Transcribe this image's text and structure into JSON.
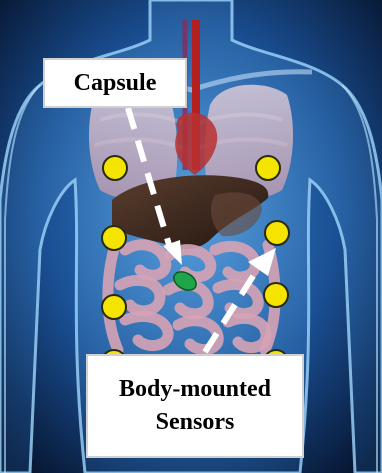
{
  "labels": {
    "capsule": "Capsule",
    "sensors_line1": "Body-mounted",
    "sensors_line2": "Sensors"
  },
  "colors": {
    "background_dark": "#06152f",
    "background_mid": "#2e6fb6",
    "body_glow": "#7fc2f2",
    "sensor_fill": "#f5e400",
    "sensor_stroke": "#2a2a10",
    "capsule_fill": "#1fa64a",
    "arrow": "#ffffff",
    "liver": "#3d2a20",
    "intestine": "#d6a3b5",
    "lung": "#e3c6d0"
  },
  "sensor_count": 8,
  "icons": {
    "sensor": "sensor-dot-icon",
    "capsule": "capsule-icon",
    "arrow": "dashed-arrow-icon"
  }
}
